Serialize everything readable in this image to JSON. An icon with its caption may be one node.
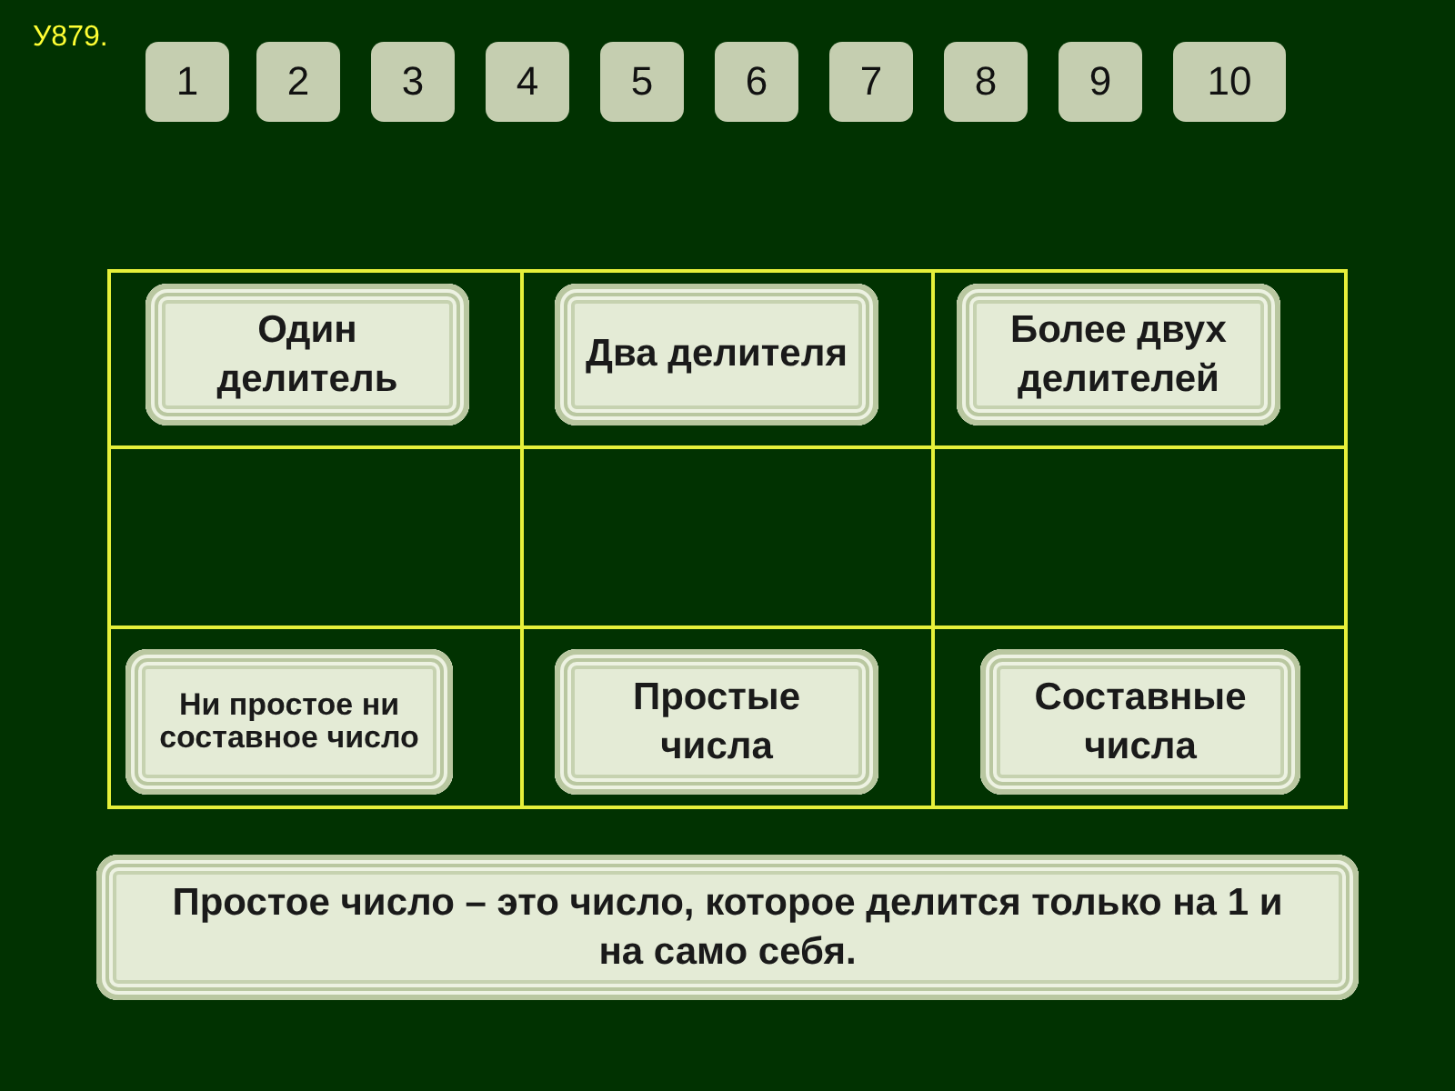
{
  "diagram": {
    "nodes": [
      {
        "text": [
          "1"
        ]
      },
      {
        "text": [
          "2"
        ]
      },
      {
        "text": [
          "3"
        ]
      },
      {
        "text": [
          "4"
        ]
      },
      {
        "text": [
          "5"
        ]
      },
      {
        "text": [
          "6"
        ]
      },
      {
        "text": [
          "7"
        ]
      },
      {
        "text": [
          "8"
        ]
      },
      {
        "text": [
          "9"
        ]
      },
      {
        "text": [
          "10"
        ]
      },
      {
        "text": [
          "Один делитель"
        ]
      },
      {
        "text": [
          "Два делителя"
        ]
      },
      {
        "text": [
          "Более двух делителей"
        ]
      },
      {
        "text": [
          "Ни простое ни составное число"
        ]
      },
      {
        "text": [
          "Простые числа"
        ]
      },
      {
        "text": [
          "Составные числа"
        ]
      },
      {
        "text": [
          "Простое число – это число, которое делится только на 1 и на само себя."
        ]
      }
    ],
    "labels": [
      "У879."
    ]
  }
}
